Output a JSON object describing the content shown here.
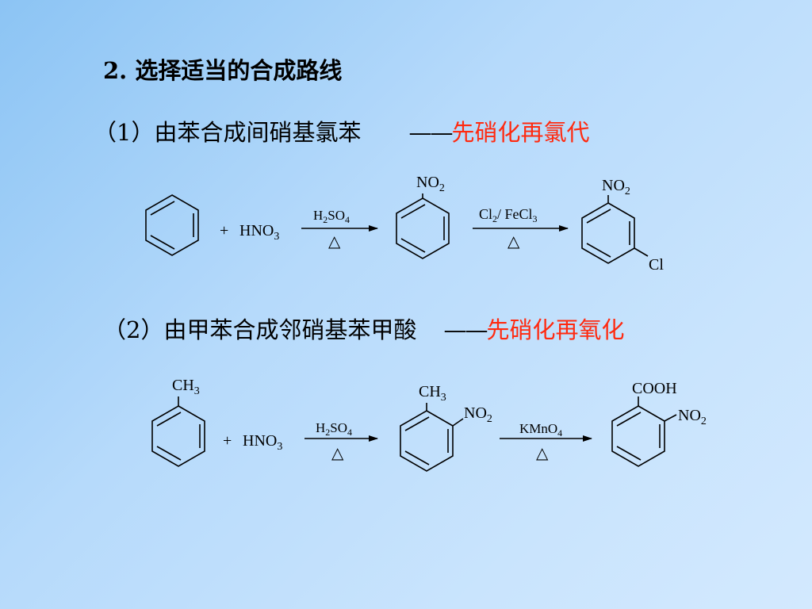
{
  "slide": {
    "title": "2. 选择适当的合成路线",
    "route1": {
      "label": "（1）由苯合成间硝基氯苯",
      "dash": "——",
      "answer": "先硝化再氯代"
    },
    "route2": {
      "label": "（2）由甲苯合成邻硝基苯甲酸",
      "dash": "——",
      "answer": "先硝化再氧化"
    }
  },
  "scheme1": {
    "reagent": {
      "plus": "+",
      "formula": "HNO",
      "sub": "3"
    },
    "step1": {
      "reagent_main": "H",
      "reagent_sub1": "2",
      "reagent_mid": "SO",
      "reagent_sub2": "4",
      "condition": "△"
    },
    "intermediate": {
      "group_main": "NO",
      "group_sub": "2"
    },
    "step2": {
      "reagent_main": "Cl",
      "reagent_sub1": "2",
      "reagent_mid": "/  FeCl",
      "reagent_sub2": "3",
      "condition": "△"
    },
    "product": {
      "group1_main": "NO",
      "group1_sub": "2",
      "group2": "Cl"
    }
  },
  "scheme2": {
    "start": {
      "group_main": "CH",
      "group_sub": "3"
    },
    "reagent": {
      "plus": "+",
      "formula": "HNO",
      "sub": "3"
    },
    "step1": {
      "reagent_main": "H",
      "reagent_sub1": "2",
      "reagent_mid": "SO",
      "reagent_sub2": "4",
      "condition": "△"
    },
    "intermediate": {
      "group1_main": "CH",
      "group1_sub": "3",
      "group2_main": "NO",
      "group2_sub": "2"
    },
    "step2": {
      "reagent_main": "KMnO",
      "reagent_sub": "4",
      "condition": "△"
    },
    "product": {
      "group1": "COOH",
      "group2_main": "NO",
      "group2_sub": "2"
    }
  }
}
